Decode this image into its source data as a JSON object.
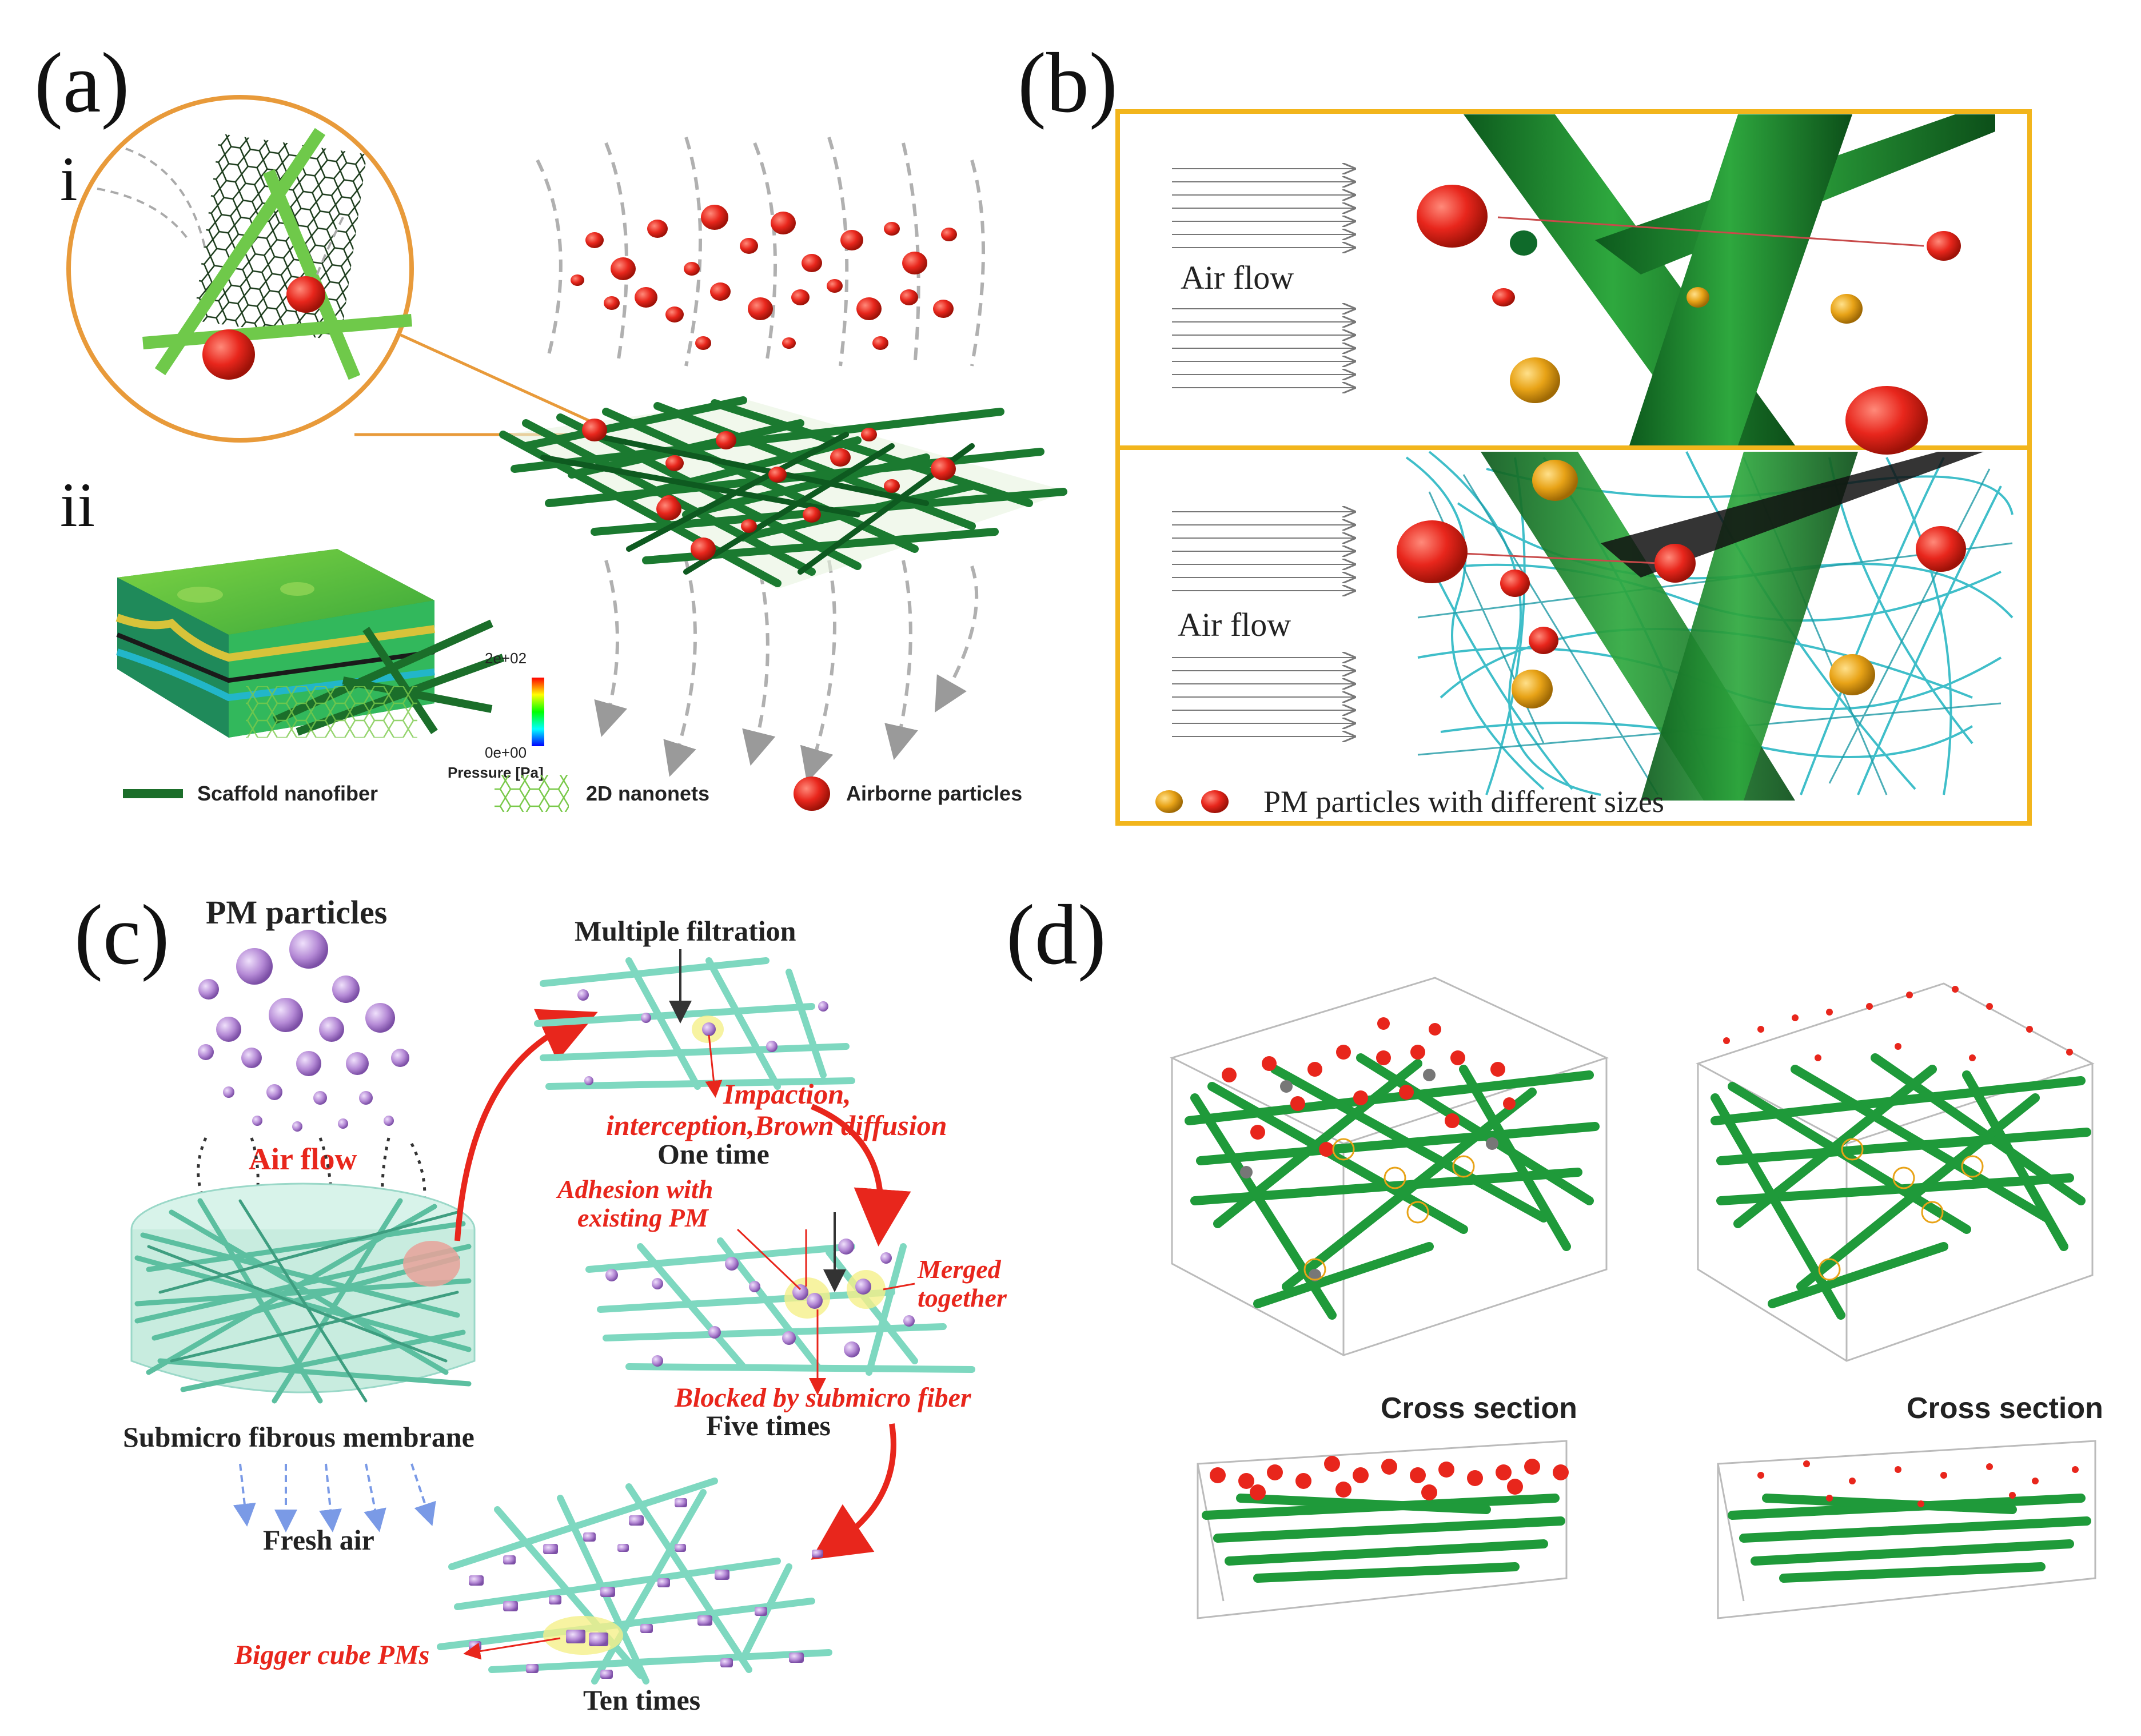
{
  "panels": {
    "a": {
      "label": "(a)",
      "sub_i": "i",
      "sub_ii": "ii",
      "colorbar": {
        "max": "2e+02",
        "min": "0e+00",
        "title": "Pressure [Pa]"
      },
      "legend": [
        "Scaffold nanofiber",
        "2D nanonets",
        "Airborne particles"
      ]
    },
    "b": {
      "label": "(b)",
      "top_flow": "Air flow",
      "bottom_flow": "Air flow",
      "legend": "PM particles with different sizes"
    },
    "c": {
      "label": "(c)",
      "pm_particles": "PM particles",
      "air_flow": "Air flow",
      "membrane": "Submicro fibrous membrane",
      "fresh_air": "Fresh air",
      "multiple_filtration": "Multiple filtration",
      "impaction": "Impaction,",
      "interception": "interception,Brown diffusion",
      "one_time": "One time",
      "adhesion_1": "Adhesion with",
      "adhesion_2": "existing PM",
      "merged_1": "Merged",
      "merged_2": "together",
      "blocked": "Blocked by submicro fiber",
      "five_times": "Five times",
      "bigger_cube": "Bigger cube PMs",
      "ten_times": "Ten times"
    },
    "d": {
      "label": "(d)",
      "cross_left": "Cross section",
      "cross_right": "Cross section"
    }
  },
  "colors": {
    "fiber_green": "#1e8a3a",
    "fiber_dark": "#0f6a2a",
    "particle_red": "#e8261c",
    "particle_orange": "#e8a317",
    "frame_gold": "#f2b51c",
    "cyan_fiber": "#2bb8c4",
    "c_fiber": "#7ed8c0",
    "purple": "#b58ad6",
    "annot_red": "#e8261c"
  }
}
